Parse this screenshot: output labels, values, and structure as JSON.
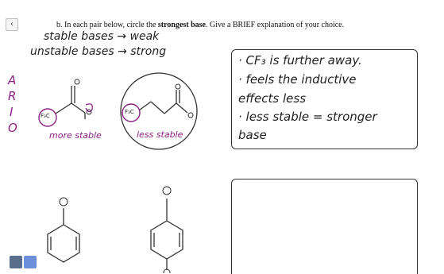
{
  "nav": {
    "back_icon": "‹"
  },
  "question": {
    "prefix": "b.",
    "text_a": " In each pair below, circle the ",
    "strong": "strongest base",
    "text_b": ". Give a BRIEF explanation of your choice."
  },
  "notes": {
    "line1": "stable bases → weak",
    "line2": "unstable bases → strong",
    "side_letters": [
      "A",
      "R",
      "I",
      "O"
    ],
    "left_label": "more stable",
    "right_label": "less stable",
    "group_left": "F₃C",
    "group_right": "F₃C"
  },
  "answer_box_1": {
    "lines": [
      "· CF₃ is further away.",
      "· feels the inductive",
      "  effects less",
      "· less stable = stronger",
      "                 base"
    ]
  },
  "answer_box_2": {
    "lines": []
  },
  "colors": {
    "ink": "#222222",
    "purple": "#8b1f83",
    "toolbar_a": "#586e8a",
    "toolbar_b": "#6b8fd9"
  },
  "toolbar": {
    "icons": [
      "whiteboard-icon",
      "camera-icon"
    ]
  }
}
